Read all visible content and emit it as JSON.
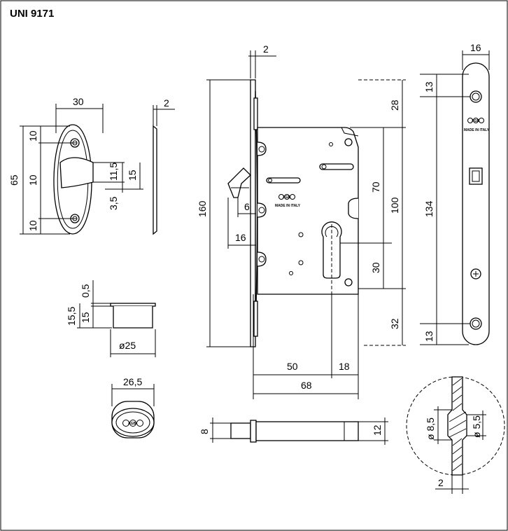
{
  "title": "UNI 9171",
  "strike_plate": {
    "width": "30",
    "thickness": "2",
    "height": "65",
    "top": "10",
    "mid": "10",
    "bottom": "10",
    "opening": "11,5",
    "opening_h": "15",
    "offset": "3,5"
  },
  "cup": {
    "lip": "0,5",
    "total_h": "15,5",
    "body_h": "15",
    "diameter": "ø25"
  },
  "rosette": {
    "diameter": "26,5",
    "logo": "AGB"
  },
  "lock_body": {
    "faceplate_thickness": "2",
    "height": "160",
    "bolt_throw": "6",
    "bolt_width": "16",
    "backset": "50",
    "depth_extra": "18",
    "total_depth": "68",
    "top_gap": "28",
    "case_h": "70",
    "upper_h": "100",
    "lower_gap": "30",
    "bottom_gap": "32",
    "logo": "AGB",
    "made_in": "MADE IN ITALY"
  },
  "faceplate": {
    "width": "16",
    "top_hole": "13",
    "bottom_hole": "13",
    "span": "134",
    "logo": "AGB",
    "made_in": "MADE IN ITALY"
  },
  "spindle": {
    "square": "8",
    "width": "12"
  },
  "detail": {
    "outer": "ø 8,5",
    "inner": "ø 5,5",
    "thickness": "2"
  }
}
